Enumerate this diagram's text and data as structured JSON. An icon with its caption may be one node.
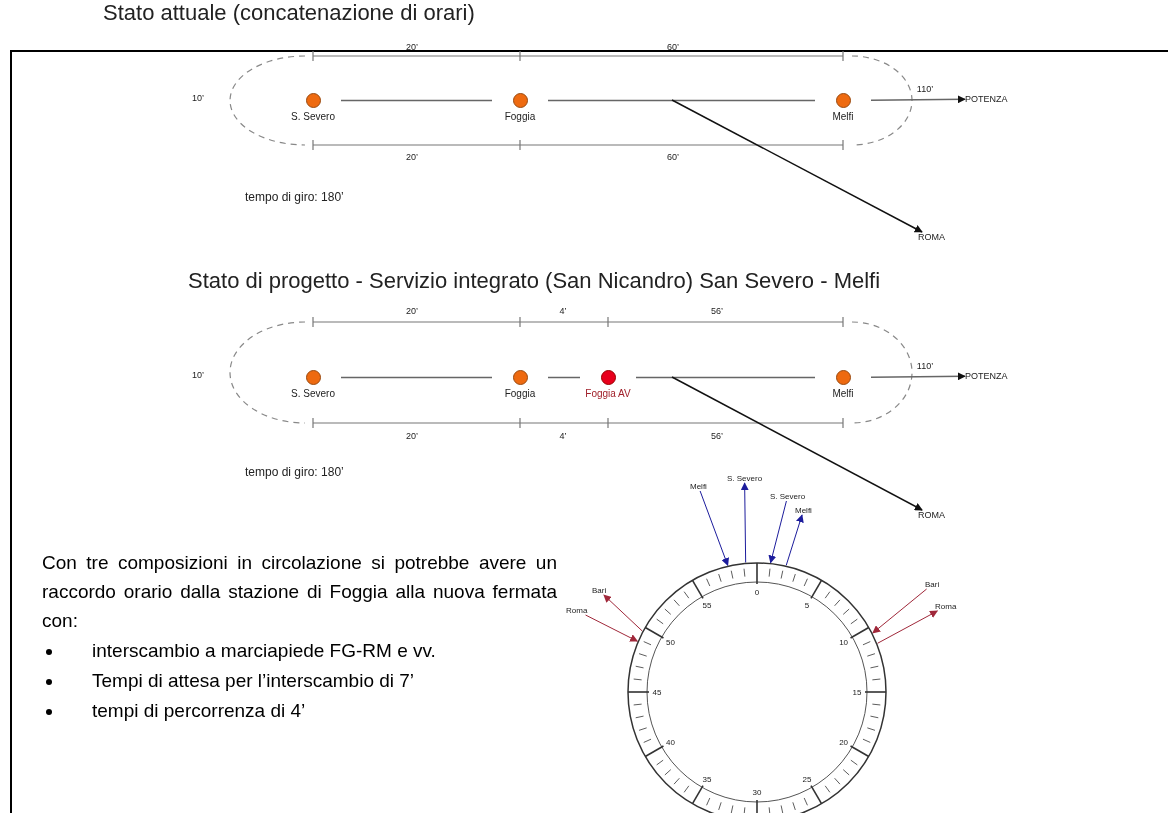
{
  "diagram": {
    "nodes": [
      {
        "text": [
          "S. Severo"
        ]
      },
      {
        "text": [
          "Foggia"
        ]
      },
      {
        "text": [
          "Melfi"
        ]
      },
      {
        "text": [
          "POTENZA"
        ]
      },
      {
        "text": [
          "ROMA"
        ]
      },
      {
        "text": [
          "S. Severo"
        ]
      },
      {
        "text": [
          "Foggia"
        ]
      },
      {
        "text": [
          "Foggia AV"
        ]
      },
      {
        "text": [
          "Melfi"
        ]
      },
      {
        "text": [
          "POTENZA"
        ]
      },
      {
        "text": [
          "ROMA"
        ]
      },
      {
        "text": [],
        "shape": "circle"
      },
      {
        "text": [
          "Melfi"
        ]
      },
      {
        "text": [
          "S. Severo"
        ]
      },
      {
        "text": [
          "S. Severo"
        ]
      },
      {
        "text": [
          "Melfi"
        ]
      },
      {
        "text": [
          "Bari"
        ]
      },
      {
        "text": [
          "Roma"
        ]
      },
      {
        "text": [
          "Bari"
        ]
      },
      {
        "text": [
          "Roma"
        ]
      }
    ],
    "edges": [
      {
        "from": 0,
        "to": 1,
        "arrow": "none"
      },
      {
        "from": 1,
        "to": 2,
        "arrow": "none"
      },
      {
        "from": 2,
        "to": 3,
        "arrow": "to"
      },
      {
        "from": null,
        "to": 4,
        "arrow": "to"
      },
      {
        "from": 5,
        "to": 6,
        "arrow": "none"
      },
      {
        "from": 6,
        "to": 7,
        "arrow": "none"
      },
      {
        "from": 7,
        "to": 8,
        "arrow": "none"
      },
      {
        "from": 8,
        "to": 9,
        "arrow": "to"
      },
      {
        "from": null,
        "to": 10,
        "arrow": "to"
      },
      {
        "from": 12,
        "to": 11,
        "arrow": "to",
        "color": "#1c1c9c"
      },
      {
        "from": 11,
        "to": 13,
        "arrow": "to",
        "color": "#1c1c9c"
      },
      {
        "from": 14,
        "to": 11,
        "arrow": "to",
        "color": "#1c1c9c"
      },
      {
        "from": 11,
        "to": 15,
        "arrow": "to",
        "color": "#1c1c9c"
      },
      {
        "from": 11,
        "to": 16,
        "arrow": "to",
        "color": "#a0283a"
      },
      {
        "from": 17,
        "to": 11,
        "arrow": "to",
        "color": "#a0283a"
      },
      {
        "from": 18,
        "to": 11,
        "arrow": "to",
        "color": "#a0283a"
      },
      {
        "from": 11,
        "to": 19,
        "arrow": "to",
        "color": "#a0283a"
      }
    ],
    "labels": [
      "Stato attuale (concatenazione di orari)",
      "20’",
      "60’",
      "10’",
      "110’",
      "20’",
      "60’",
      "tempo di giro: 180’",
      "Stato di progetto - Servizio integrato (San Nicandro) San Severo - Melfi",
      "20’",
      "4’",
      "56’",
      "10’",
      "110’",
      "20’",
      "4’",
      "56’",
      "tempo di giro: 180’",
      "0",
      "5",
      "10",
      "15",
      "20",
      "25",
      "30",
      "35",
      "40",
      "45",
      "50",
      "55",
      "Con tre composizioni in circolazione si potrebbe avere un raccordo orario dalla stazione di Foggia alla nuova fermata con:",
      "interscambio a marciapiede FG-RM e vv.",
      "Tempi di attesa per l’interscambio di 7’",
      "tempi di percorrenza di 4’"
    ]
  }
}
